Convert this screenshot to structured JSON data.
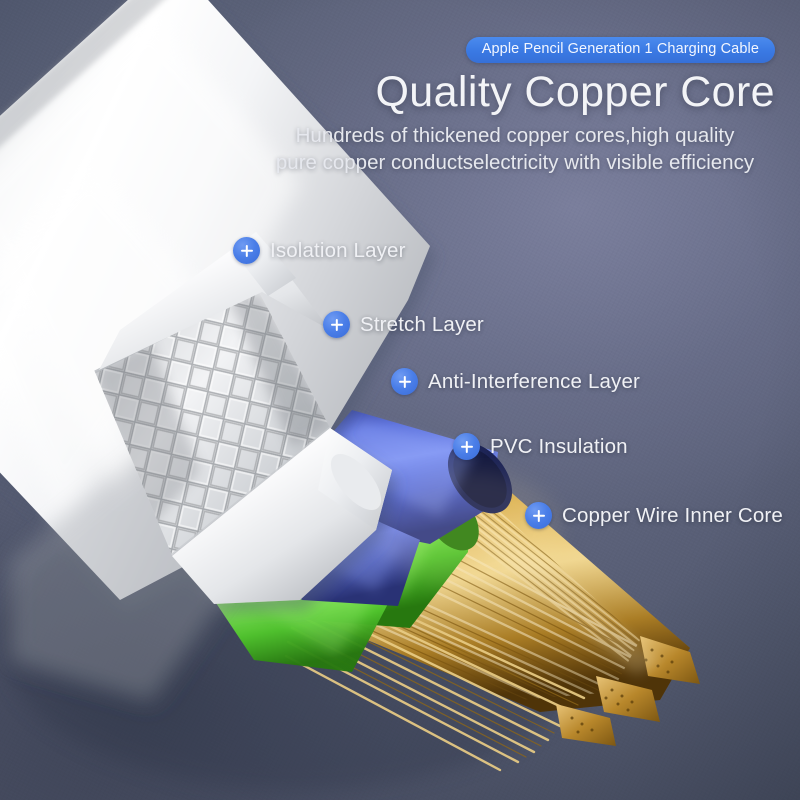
{
  "header": {
    "badge_pill": "Apple Pencil Generation 1 Charging Cable",
    "headline": "Quality Copper Core",
    "subtitle_line1": "Hundreds of thickened copper cores,high quality",
    "subtitle_line2": "pure copper conductselectricity with visible efficiency"
  },
  "callouts": [
    {
      "label": "Isolation Layer",
      "icon": "plus-badge-icon"
    },
    {
      "label": "Stretch Layer",
      "icon": "plus-badge-icon"
    },
    {
      "label": "Anti-Interference Layer",
      "icon": "plus-badge-icon"
    },
    {
      "label": "PVC Insulation",
      "icon": "plus-badge-icon"
    },
    {
      "label": "Copper Wire Inner Core",
      "icon": "plus-badge-icon"
    }
  ],
  "product_image": {
    "subject": "cutaway-charging-cable",
    "layers": [
      {
        "name": "outer-jacket",
        "color": "#d9dadc"
      },
      {
        "name": "braided-shield-mesh",
        "color": "#b9bcc0"
      },
      {
        "name": "blue-pvc-insulation",
        "color": "#4a5ec8"
      },
      {
        "name": "green-insulation",
        "color": "#5ad632"
      },
      {
        "name": "copper-strands",
        "color": "#c9a24a"
      }
    ]
  },
  "theme": {
    "background_top_left": "#58607a",
    "background_highlight": "#6f7594",
    "background_bottom_left": "#474e61",
    "accent_blue": "#3d7fe8",
    "badge_blue": "#4a7ee8",
    "text_primary": "#f2f3f7"
  }
}
